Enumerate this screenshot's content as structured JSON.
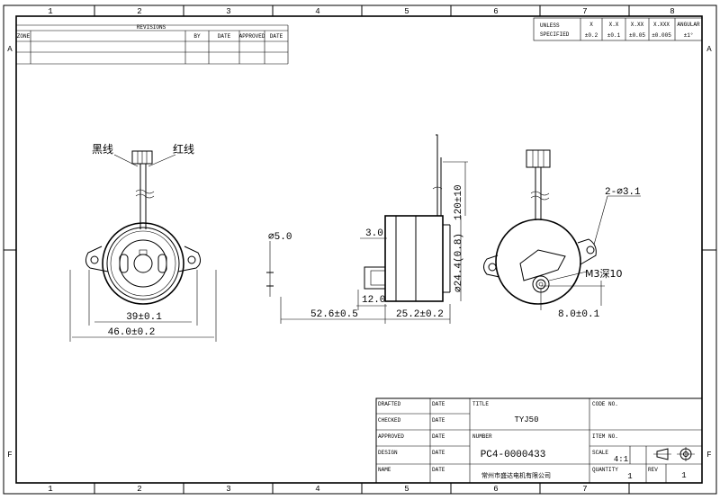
{
  "border": {
    "columns": [
      "1",
      "2",
      "3",
      "4",
      "5",
      "6",
      "7",
      "8"
    ],
    "rows": [
      "A",
      "F"
    ]
  },
  "revisions": {
    "title": "REVISIONS",
    "headers": [
      "ZONE",
      "",
      "BY",
      "DATE",
      "APPROVED",
      "DATE"
    ]
  },
  "tolerances": {
    "label_line1": "UNLESS",
    "label_line2": "SPECIFIED",
    "headers": [
      "X",
      "X.X",
      "X.XX",
      "X.XXX",
      "ANGULAR"
    ],
    "values": [
      "±0.2",
      "±0.1",
      "±0.05",
      "±0.005",
      "±1°"
    ]
  },
  "drawing": {
    "wire_black": "黑线",
    "wire_red": "红线",
    "dim_39": "39±0.1",
    "dim_46": "46.0±0.2",
    "dim_phi5": "⌀5.0",
    "dim_3": "3.0",
    "dim_12": "12.0",
    "dim_526": "52.6±0.5",
    "dim_252": "25.2±0.2",
    "dim_244": "⌀24.4(0.8)",
    "dim_120": "120±10",
    "dim_holes": "2-⌀3.1",
    "dim_m3": "M3深10",
    "dim_8": "8.0±0.1"
  },
  "title_block": {
    "drafted": "DRAFTED",
    "checked": "CHECKED",
    "approved": "APPROVED",
    "design": "DESIGN",
    "name": "NAME",
    "date": "DATE",
    "title_label": "TITLE",
    "title_value": "TYJ50",
    "number_label": "NUMBER",
    "number_value": "PC4-0000433",
    "code_label": "CODE NO.",
    "item_label": "ITEM NO.",
    "scale_label": "SCALE",
    "scale_value": "4:1",
    "rev_label": "REV",
    "rev_value": "1",
    "quantity_label": "QUANTITY",
    "quantity_value": "1",
    "company": "常州市盛达电机有限公司"
  }
}
